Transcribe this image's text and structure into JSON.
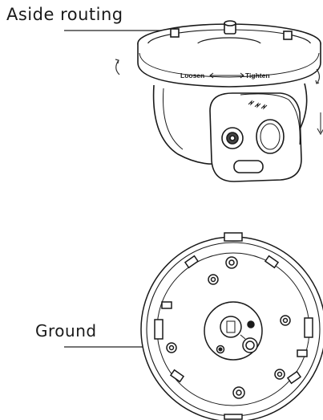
{
  "labels": {
    "aside_routing": "Aside routing",
    "ground": "Ground",
    "loosen": "Loosen",
    "tighten": "Tighten"
  }
}
